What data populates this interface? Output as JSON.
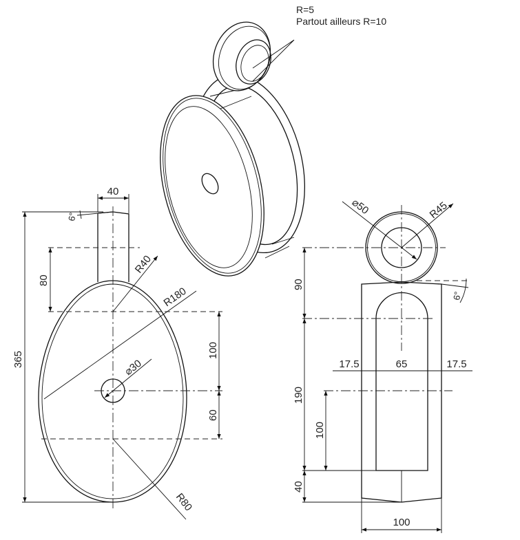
{
  "note": {
    "line1": "R=5",
    "line2": "Partout ailleurs R=10"
  },
  "front_view": {
    "stem_width": "40",
    "angle": "6°",
    "total_height": "365",
    "stem_to_r40": "80",
    "r40": "R40",
    "r180": "R180",
    "hole_diameter": "⌀30",
    "r40_to_hole": "100",
    "hole_to_r80": "60",
    "r80": "R80"
  },
  "side_view": {
    "outer_diameter": "⌀50",
    "ring_radius": "R45",
    "angle": "6°",
    "ring_to_slot": "90",
    "slot_length": "190",
    "bottom": "40",
    "inner_100": "100",
    "wall_left": "17.5",
    "slot_width": "65",
    "wall_right": "17.5",
    "total_width": "100"
  }
}
